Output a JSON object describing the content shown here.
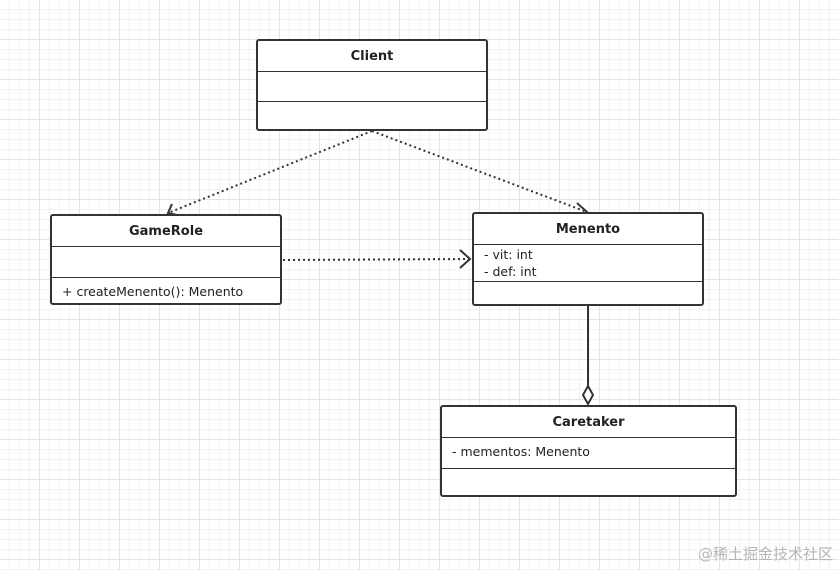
{
  "diagram": {
    "classes": [
      {
        "id": "client",
        "name": "Client",
        "attributes": [],
        "methods": []
      },
      {
        "id": "gamerole",
        "name": "GameRole",
        "attributes": [],
        "methods": [
          "+ createMenento(): Menento"
        ]
      },
      {
        "id": "menento",
        "name": "Menento",
        "attributes": [
          "- vit: int",
          "- def: int"
        ],
        "methods": []
      },
      {
        "id": "caretaker",
        "name": "Caretaker",
        "attributes": [
          "- mementos: Menento"
        ],
        "methods": []
      }
    ],
    "relations": [
      {
        "from": "client",
        "to": "gamerole",
        "type": "dependency"
      },
      {
        "from": "client",
        "to": "menento",
        "type": "dependency"
      },
      {
        "from": "gamerole",
        "to": "menento",
        "type": "dependency"
      },
      {
        "from": "caretaker",
        "to": "menento",
        "type": "aggregation"
      }
    ]
  },
  "watermark": "@稀土掘金技术社区",
  "colors": {
    "line": "#333333",
    "grid": "#e4e4e4",
    "background": "#ffffff"
  }
}
